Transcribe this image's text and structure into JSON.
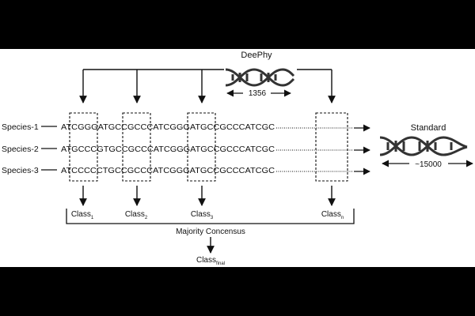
{
  "colors": {
    "background": "#000000",
    "panel": "#ffffff",
    "ink": "#111111"
  },
  "deephy": {
    "title": "DeePhy",
    "length_label": "1356",
    "icon": "dna-helix-icon"
  },
  "standard": {
    "title": "Standard",
    "length_label": "~15000",
    "icon": "dna-helix-icon"
  },
  "species": [
    {
      "label": "Species-1",
      "sequence": "ATCGGGATGCCGCCCATCGGGATGCCGCCCATCGC"
    },
    {
      "label": "Species-2",
      "sequence": "ATGCCCGTGCCGCCCATCGGGATGCCGCCCATCGC"
    },
    {
      "label": "Species-3",
      "sequence": "ATCCCCCTGCCGCCCATCGGGATGCCGCCCATCGC"
    }
  ],
  "classes": [
    {
      "base": "Class",
      "sub": "1"
    },
    {
      "base": "Class",
      "sub": "2"
    },
    {
      "base": "Class",
      "sub": "3"
    },
    {
      "base": "Class",
      "sub": "n"
    }
  ],
  "majority_label": "Majority Concensus",
  "final_class": {
    "base": "Class",
    "sub": "final"
  }
}
